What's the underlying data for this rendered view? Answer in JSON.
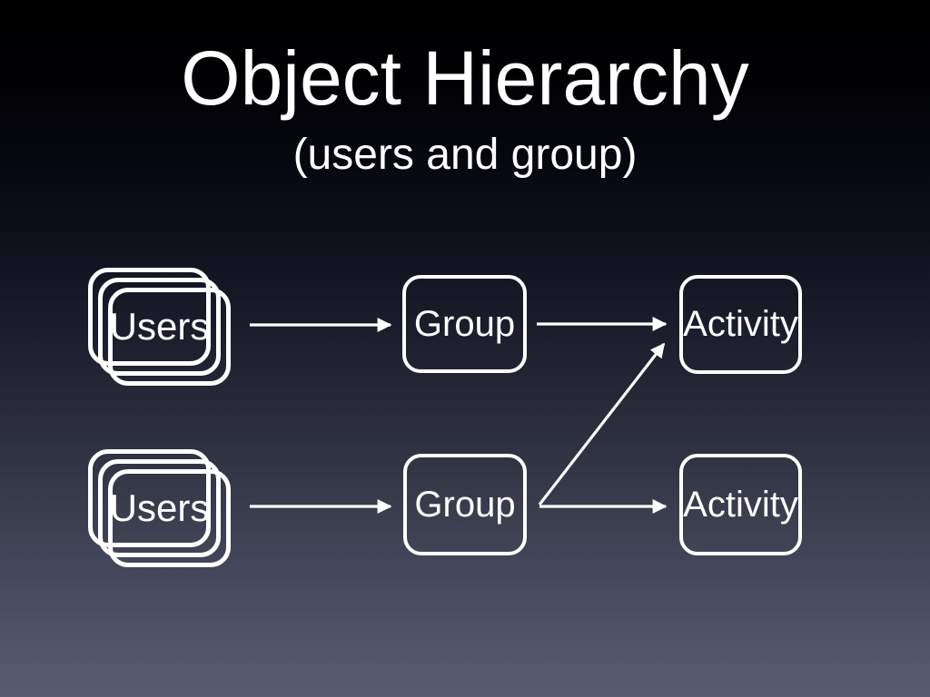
{
  "slide": {
    "title": "Object Hierarchy",
    "subtitle": "(users and group)"
  },
  "diagram": {
    "rows": [
      {
        "users": "Users",
        "group": "Group",
        "activity": "Activity"
      },
      {
        "users": "Users",
        "group": "Group",
        "activity": "Activity"
      }
    ],
    "connections": [
      {
        "from": "users-row1",
        "to": "group-row1",
        "style": "arrow"
      },
      {
        "from": "group-row1",
        "to": "activity-row1",
        "style": "arrow"
      },
      {
        "from": "users-row2",
        "to": "group-row2",
        "style": "arrow"
      },
      {
        "from": "group-row2",
        "to": "activity-row2",
        "style": "arrow"
      },
      {
        "from": "group-row2",
        "to": "activity-row1",
        "style": "arrow-diagonal"
      }
    ],
    "colors": {
      "background_top": "#000000",
      "background_bottom": "#585c6f",
      "stroke": "#ffffff",
      "text": "#ffffff"
    }
  }
}
